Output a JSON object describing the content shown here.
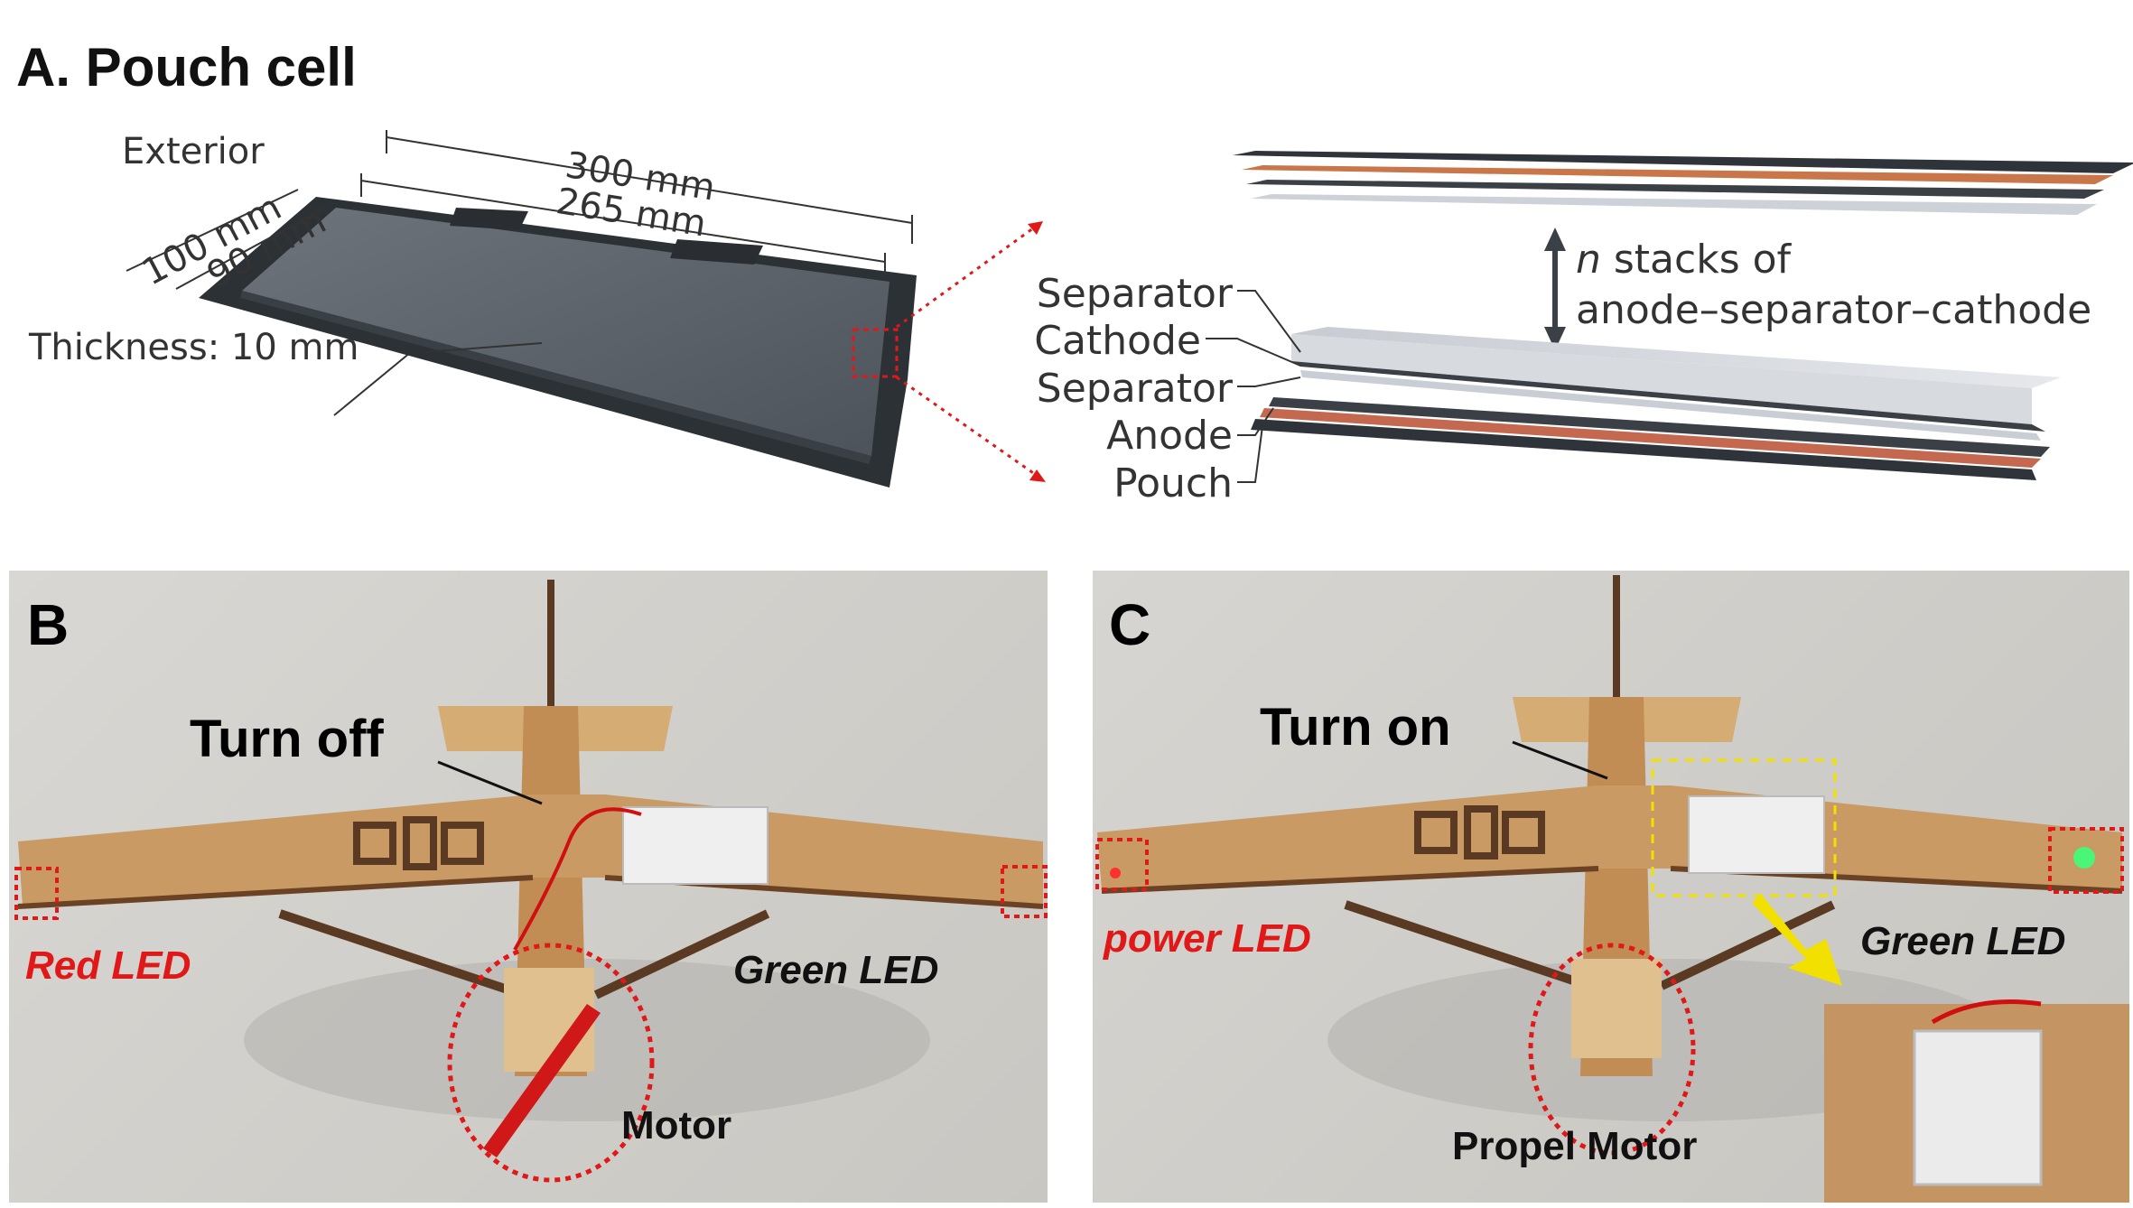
{
  "panel_a": {
    "title": "A. Pouch cell",
    "exterior": "Exterior",
    "dim_300": "300 mm",
    "dim_265": "265 mm",
    "dim_100": "100 mm",
    "dim_90": "90 mm",
    "thickness": "Thickness: 10 mm",
    "stack_line1": "n stacks of",
    "stack_line1_n": "n",
    "stack_line1_rest": " stacks of",
    "stack_line2": "anode–separator–cathode",
    "layers": [
      "Separator",
      "Cathode",
      "Separator",
      "Anode",
      "Pouch"
    ]
  },
  "panel_b": {
    "label": "B",
    "turn": "Turn off",
    "red_led": "Red LED",
    "green_led": "Green LED",
    "motor": "Motor"
  },
  "panel_c": {
    "label": "C",
    "turn": "Turn on",
    "power_led": "power LED",
    "green_led": "Green LED",
    "motor": "Propel Motor"
  },
  "colors": {
    "annotation_red": "#e01818",
    "annotation_yellow": "#f2e000",
    "wood": "#c99a63",
    "cell_gray": "#5c636b",
    "copper": "#c9774a"
  }
}
